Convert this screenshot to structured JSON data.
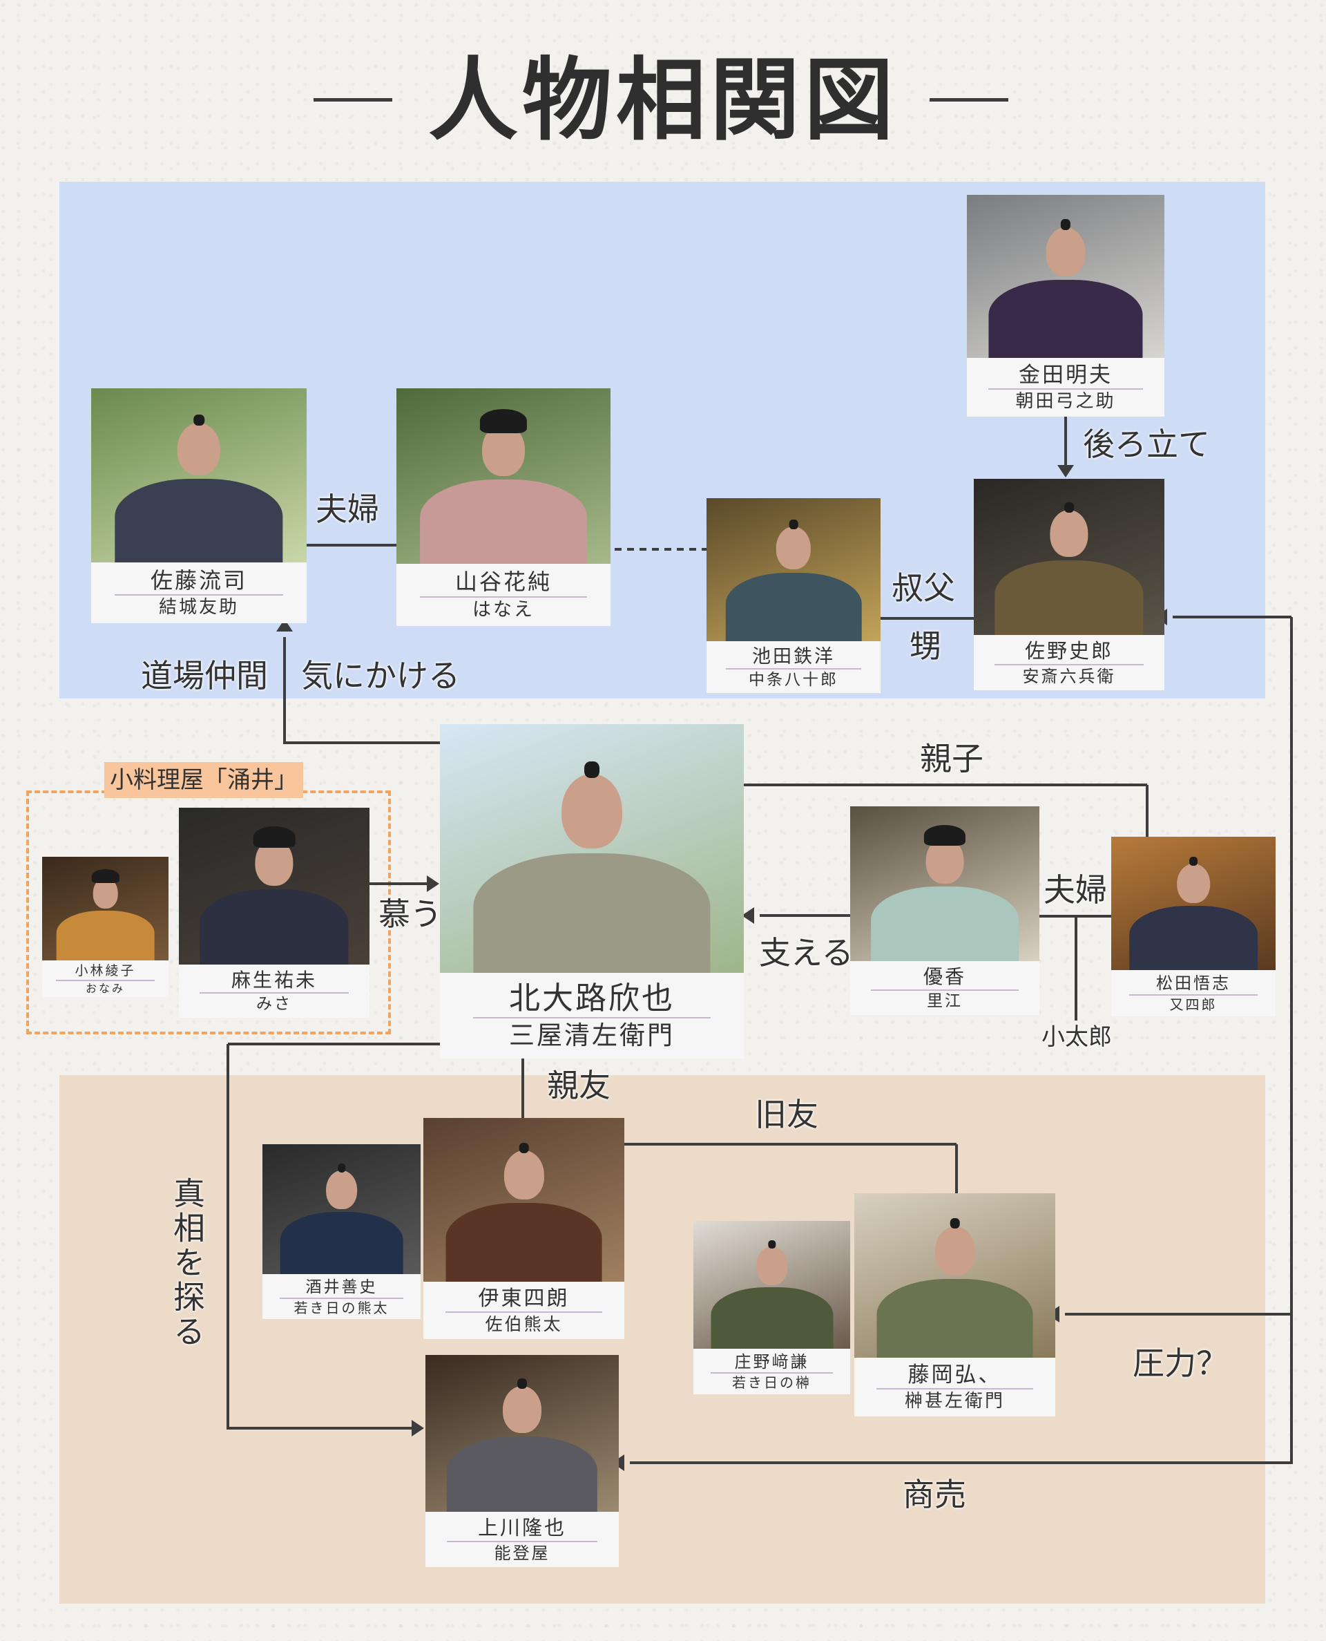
{
  "title": "人物相関図",
  "shop_group": {
    "label": "小料理屋「涌井」"
  },
  "characters": [
    {
      "id": "sato",
      "actor": "佐藤流司",
      "role": "結城友助"
    },
    {
      "id": "yamaya",
      "actor": "山谷花純",
      "role": "はなえ"
    },
    {
      "id": "ikeda",
      "actor": "池田鉄洋",
      "role": "中条八十郎"
    },
    {
      "id": "kaneda",
      "actor": "金田明夫",
      "role": "朝田弓之助"
    },
    {
      "id": "sano",
      "actor": "佐野史郎",
      "role": "安斎六兵衛"
    },
    {
      "id": "kitaoji",
      "actor": "北大路欣也",
      "role": "三屋清左衛門"
    },
    {
      "id": "kobayashi",
      "actor": "小林綾子",
      "role": "おなみ"
    },
    {
      "id": "aso",
      "actor": "麻生祐未",
      "role": "みさ"
    },
    {
      "id": "yuka",
      "actor": "優香",
      "role": "里江"
    },
    {
      "id": "matsuda",
      "actor": "松田悟志",
      "role": "又四郎"
    },
    {
      "id": "sakai",
      "actor": "酒井善史",
      "role": "若き日の熊太"
    },
    {
      "id": "ito",
      "actor": "伊東四朗",
      "role": "佐伯熊太"
    },
    {
      "id": "shonozaki",
      "actor": "庄野﨑謙",
      "role": "若き日の榊"
    },
    {
      "id": "fujioka",
      "actor": "藤岡弘、",
      "role": "榊甚左衛門"
    },
    {
      "id": "kamikawa",
      "actor": "上川隆也",
      "role": "能登屋"
    }
  ],
  "relations": {
    "couple_top": "夫婦",
    "backer": "後ろ立て",
    "uncle": "叔父",
    "nephew": "甥",
    "dojo": "道場仲間",
    "care": "気にかける",
    "admire": "慕う",
    "parent_child": "親子",
    "support": "支える",
    "couple_right": "夫婦",
    "kotaro": "小太郎",
    "best_friend": "親友",
    "old_friend": "旧友",
    "investigate": "真相を探る",
    "pressure": "圧力？",
    "business": "商売"
  },
  "colors": {
    "blue_zone": "#cfdcf5",
    "beige_zone": "#ecdbc8",
    "shop_dash": "#f4a35e",
    "line": "#3d3d3d"
  }
}
